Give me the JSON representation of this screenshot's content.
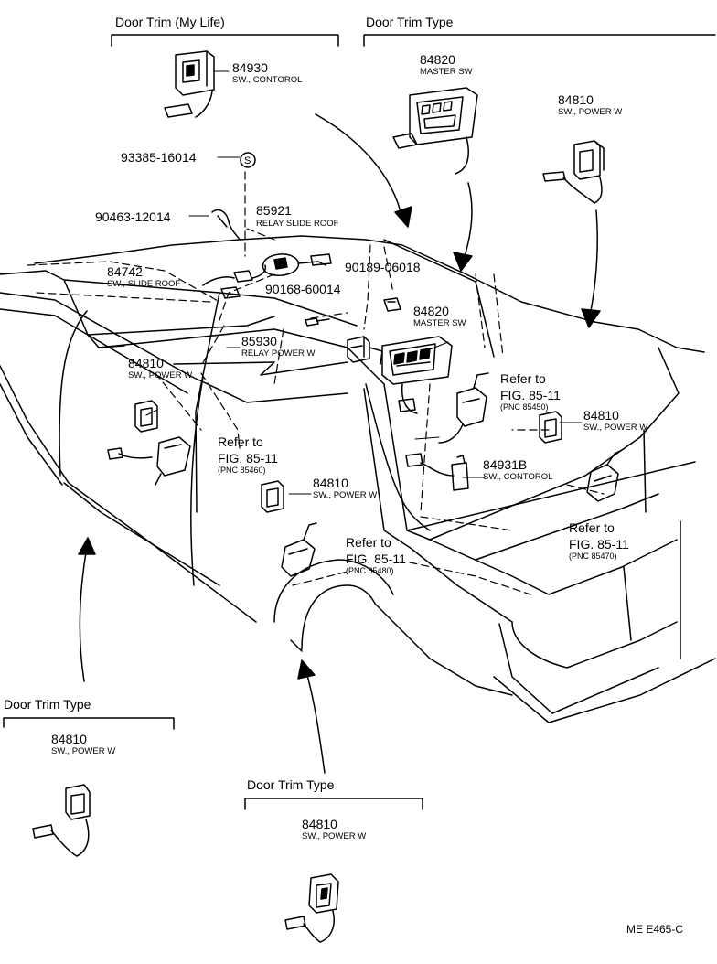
{
  "sections": {
    "top_left": "Door Trim (My Life)",
    "top_right": "Door Trim Type",
    "bottom_left": "Door Trim Type",
    "bottom_mid": "Door Trim Type"
  },
  "parts": {
    "p84930": {
      "num": "84930",
      "desc": "SW., CONTOROL"
    },
    "p84820_top": {
      "num": "84820",
      "desc": "MASTER SW"
    },
    "p84810_topright": {
      "num": "84810",
      "desc": "SW., POWER W"
    },
    "p93385": {
      "num": "93385-16014"
    },
    "p90463": {
      "num": "90463-12014"
    },
    "p85921": {
      "num": "85921",
      "desc": "RELAY SLIDE ROOF"
    },
    "p84742": {
      "num": "84742",
      "desc": "SW., SLIDE ROOF"
    },
    "p90189": {
      "num": "90189-06018"
    },
    "p90168": {
      "num": "90168-60014"
    },
    "p84820_mid": {
      "num": "84820",
      "desc": "MASTER SW"
    },
    "p85930": {
      "num": "85930",
      "desc": "RELAY POWER W"
    },
    "p84810_left": {
      "num": "84810",
      "desc": "SW., POWER W"
    },
    "p84810_right": {
      "num": "84810",
      "desc": "SW., POWER W"
    },
    "p84931b": {
      "num": "84931B",
      "desc": "SW., CONTOROL"
    },
    "p84810_center": {
      "num": "84810",
      "desc": "SW., POWER W"
    },
    "p84810_bl": {
      "num": "84810",
      "desc": "SW., POWER W"
    },
    "p84810_bm": {
      "num": "84810",
      "desc": "SW., POWER W"
    }
  },
  "refs": {
    "r1": {
      "line1": "Refer to",
      "line2": "FIG. 85-11",
      "pnc": "(PNC 85450)"
    },
    "r2": {
      "line1": "Refer to",
      "line2": "FIG. 85-11",
      "pnc": "(PNC 85460)"
    },
    "r3": {
      "line1": "Refer to",
      "line2": "FIG. 85-11",
      "pnc": "(PNC 85480)"
    },
    "r4": {
      "line1": "Refer to",
      "line2": "FIG. 85-11",
      "pnc": "(PNC 85470)"
    }
  },
  "symbol_s": "S",
  "figure_code": "ME E465-C"
}
